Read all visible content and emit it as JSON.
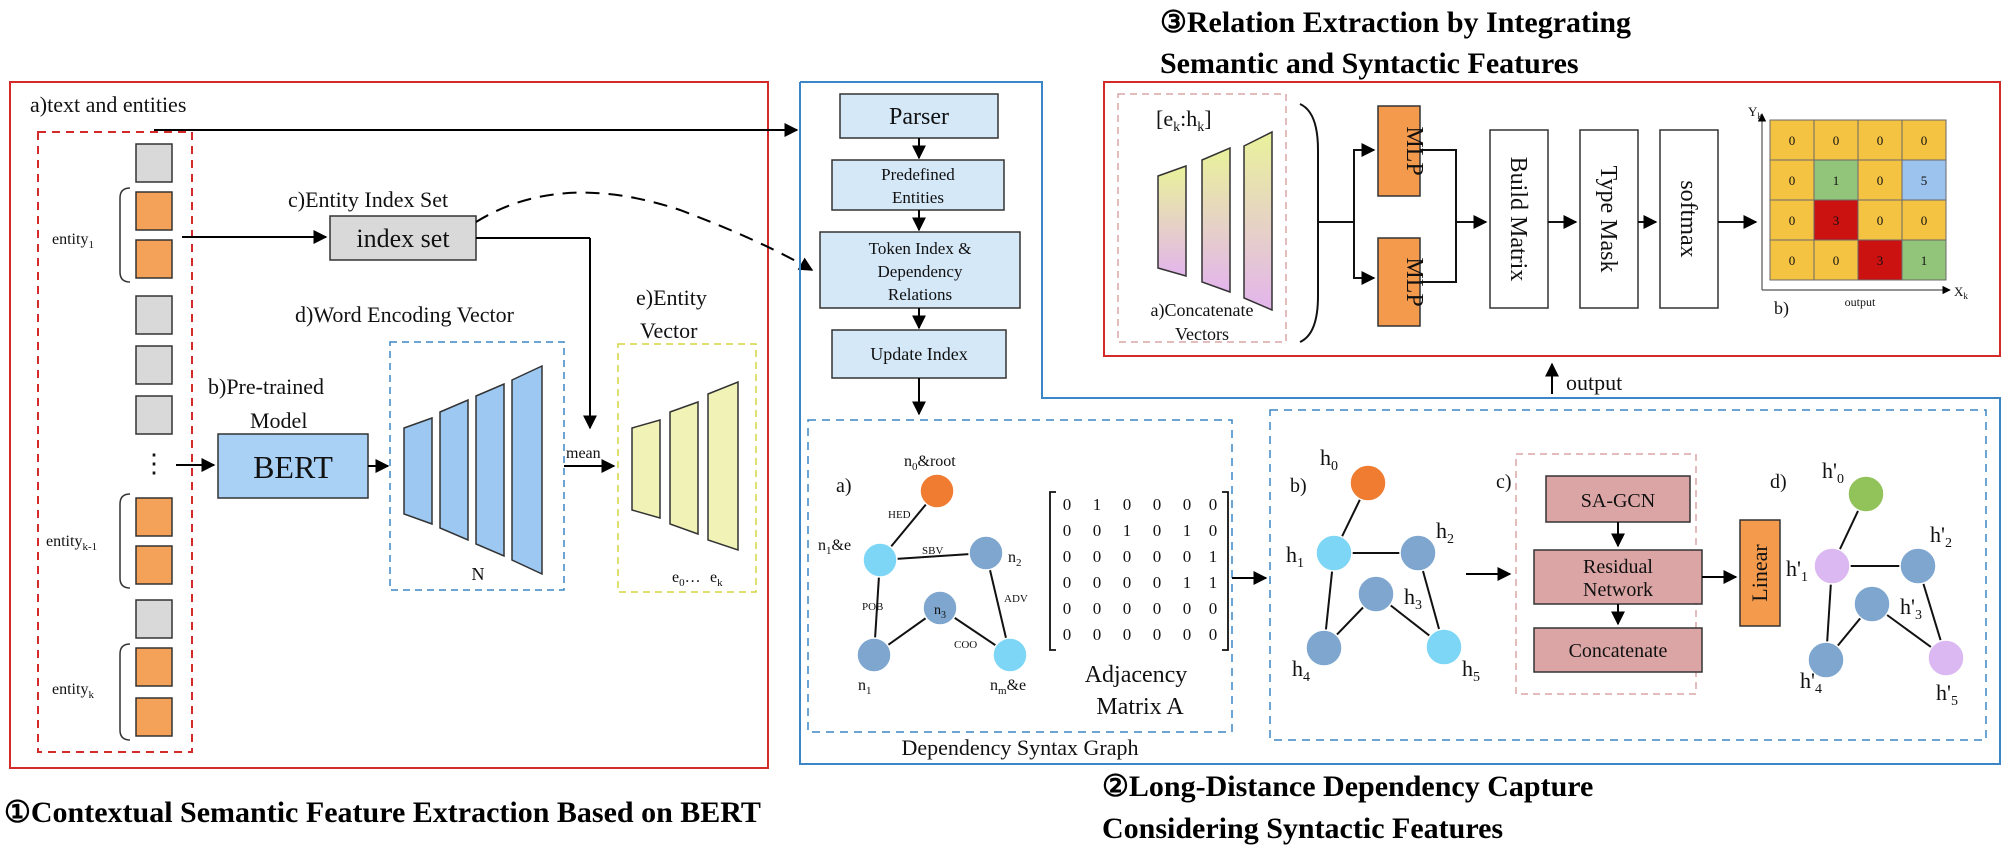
{
  "colors": {
    "red_border": "#d42a2a",
    "blue_border": "#3b86c6",
    "token_gray": "#d9d9d9",
    "token_orange": "#f4a259",
    "light_blue_box": "#d5e8f8",
    "bert_blue": "#a9d1f5",
    "trap_blue": "#9cc8f2",
    "trap_yellow": "#f1f3b6",
    "mlp_orange": "#f49a4c",
    "node_orange": "#ef7c31",
    "node_cyan": "#7dd6f5",
    "node_slate": "#7ea6cf",
    "node_green": "#92c25a",
    "node_violet": "#dbb8f1",
    "sagcn_pink": "#dca5a5",
    "matrix_yellow": "#f5c342",
    "matrix_green": "#92c47a",
    "matrix_blue": "#9cc3ee",
    "matrix_red": "#cc1111"
  },
  "titles": {
    "part3_line1": "③Relation Extraction by Integrating",
    "part3_line2": "Semantic and Syntactic Features",
    "part1": "①Contextual Semantic Feature Extraction Based on BERT",
    "part2_line1": "②Long-Distance Dependency Capture",
    "part2_line2": "Considering Syntactic Features"
  },
  "part1": {
    "text_entities_label": "a)text and entities",
    "entity_labels": [
      "entity",
      "entity",
      "entity"
    ],
    "entity_subs": [
      "1",
      "k-1",
      "k"
    ],
    "dots": "⋮",
    "entity_index_set_label": "c)Entity Index Set",
    "index_set": "index set",
    "word_encoding_label": "d)Word Encoding Vector",
    "entity_vector_line1": "e)Entity",
    "entity_vector_line2": "Vector",
    "pretrained_line1": "b)Pre-trained",
    "pretrained_line2": "Model",
    "bert": "BERT",
    "mean": "mean",
    "n_label": "N",
    "e0": "e",
    "e0_sub": "0",
    "e0_dots": "…",
    "ek": "e",
    "ek_sub": "k"
  },
  "parser_flow": {
    "parser": "Parser",
    "predefined_line1": "Predefined",
    "predefined_line2": "Entities",
    "token_line1": "Token Index &",
    "token_line2": "Dependency",
    "token_line3": "Relations",
    "update_index": "Update Index"
  },
  "graph": {
    "a_label": "a)",
    "root_label": "n",
    "root_sub": "0",
    "root_suffix": "&root",
    "n1e_label": "n",
    "n1e_sub": "1",
    "n1e_suffix": "&e",
    "n2_label": "n",
    "n2_sub": "2",
    "n3_label": "n",
    "n3_sub": "3",
    "n1_label": "n",
    "n1_sub": "1",
    "nme_label": "n",
    "nme_sub": "m",
    "nme_suffix": "&e",
    "edge_hed": "HED",
    "edge_sbv": "SBV",
    "edge_adv": "ADV",
    "edge_pob": "POB",
    "edge_coo": "COO",
    "matrix_rows": [
      [
        "0",
        "1",
        "0",
        "0",
        "0",
        "0"
      ],
      [
        "0",
        "0",
        "1",
        "0",
        "1",
        "0"
      ],
      [
        "0",
        "0",
        "0",
        "0",
        "0",
        "1"
      ],
      [
        "0",
        "0",
        "0",
        "0",
        "1",
        "1"
      ],
      [
        "0",
        "0",
        "0",
        "0",
        "0",
        "0"
      ],
      [
        "0",
        "0",
        "0",
        "0",
        "0",
        "0"
      ]
    ],
    "adj_line1": "Adjacency",
    "adj_line2": "Matrix A",
    "caption": "Dependency Syntax Graph"
  },
  "gcn": {
    "b_label": "b)",
    "h0": "h",
    "h0_sub": "0",
    "h1": "h",
    "h1_sub": "1",
    "h2": "h",
    "h2_sub": "2",
    "h3": "h",
    "h3_sub": "3",
    "h4": "h",
    "h4_sub": "4",
    "h5": "h",
    "h5_sub": "5",
    "c_label": "c)",
    "sagcn": "SA-GCN",
    "residual_line1": "Residual",
    "residual_line2": "Network",
    "concatenate": "Concatenate",
    "linear": "Linear",
    "d_label": "d)",
    "hp0": "h'",
    "hp0_sub": "0",
    "hp1": "h'",
    "hp1_sub": "1",
    "hp2": "h'",
    "hp2_sub": "2",
    "hp3": "h'",
    "hp3_sub": "3",
    "hp4": "h'",
    "hp4_sub": "4",
    "hp5": "h'",
    "hp5_sub": "5",
    "output": "output"
  },
  "relation": {
    "concat_title": "[e",
    "concat_sub1": "k",
    "concat_mid": ":h",
    "concat_sub2": "k",
    "concat_end": "]",
    "concat_cap1": "a)Concatenate",
    "concat_cap2": "Vectors",
    "mlp": "MLP",
    "build_matrix": "Build Matrix",
    "type_mask": "Type Mask",
    "softmax": "softmax",
    "y_label": "Y",
    "y_sub": "k",
    "x_label": "X",
    "x_sub": "k",
    "b_label": "b)",
    "output_caption": "output",
    "grid_values": [
      [
        "0",
        "0",
        "0",
        "0"
      ],
      [
        "0",
        "1",
        "0",
        "5"
      ],
      [
        "0",
        "3",
        "0",
        "0"
      ],
      [
        "0",
        "0",
        "3",
        "1"
      ]
    ],
    "grid_colors": [
      [
        "y",
        "y",
        "y",
        "y"
      ],
      [
        "y",
        "g",
        "y",
        "b"
      ],
      [
        "y",
        "r",
        "y",
        "y"
      ],
      [
        "y",
        "y",
        "r",
        "g"
      ]
    ]
  }
}
